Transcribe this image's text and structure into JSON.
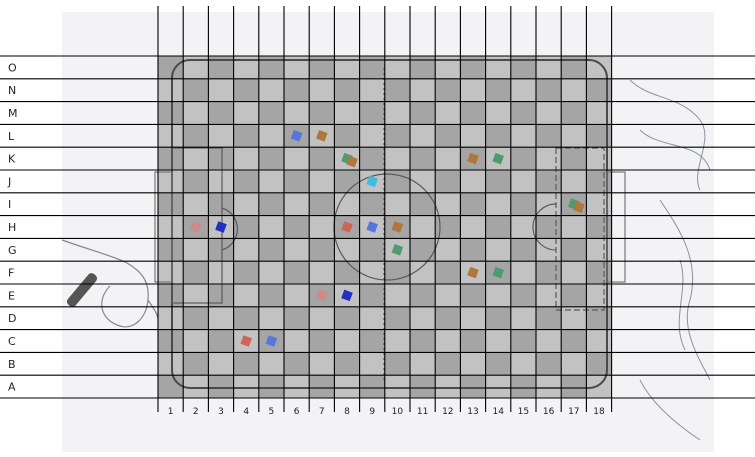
{
  "grid": {
    "row_labels": [
      "O",
      "N",
      "M",
      "L",
      "K",
      "J",
      "I",
      "H",
      "G",
      "F",
      "E",
      "D",
      "C",
      "B",
      "A"
    ],
    "col_labels": [
      "1",
      "2",
      "3",
      "4",
      "5",
      "6",
      "7",
      "8",
      "9",
      "10",
      "11",
      "12",
      "13",
      "14",
      "15",
      "16",
      "17",
      "18"
    ]
  },
  "colors": {
    "field_light": "#c2c2c2",
    "field_dark": "#a5a5a5",
    "grid_line": "#000000",
    "background": "#f4f4f6",
    "robot_blue": "#5577dd",
    "robot_red": "#cc6655",
    "robot_brown": "#b0773d",
    "robot_green": "#4f9a70",
    "robot_pink": "#cc8a88",
    "ball_cyan": "#44bbdd",
    "robot_navy": "#2030c0"
  },
  "markers": [
    {
      "name": "robot-blue-L6",
      "color": "robot_blue",
      "col": 6,
      "row": "L"
    },
    {
      "name": "robot-brown-L7",
      "color": "robot_brown",
      "col": 7,
      "row": "L"
    },
    {
      "name": "robot-green-K8",
      "color": "robot_green",
      "col": 8,
      "row": "K"
    },
    {
      "name": "robot-brown-K8",
      "color": "robot_brown",
      "col": 8,
      "row": "K"
    },
    {
      "name": "robot-green-K14",
      "color": "robot_green",
      "col": 14,
      "row": "K"
    },
    {
      "name": "robot-brown-K13",
      "color": "robot_brown",
      "col": 13,
      "row": "K"
    },
    {
      "name": "ball-J9",
      "color": "ball_cyan",
      "col": 9,
      "row": "J"
    },
    {
      "name": "robot-green-I17",
      "color": "robot_green",
      "col": 17,
      "row": "I"
    },
    {
      "name": "robot-brown-I17",
      "color": "robot_brown",
      "col": 17,
      "row": "I"
    },
    {
      "name": "robot-navy-H3",
      "color": "robot_navy",
      "col": 3,
      "row": "H"
    },
    {
      "name": "robot-pink-H2",
      "color": "robot_pink",
      "col": 2,
      "row": "H"
    },
    {
      "name": "robot-blue-H9",
      "color": "robot_blue",
      "col": 9,
      "row": "H"
    },
    {
      "name": "robot-red-H8",
      "color": "robot_red",
      "col": 8,
      "row": "H"
    },
    {
      "name": "robot-brown-H10",
      "color": "robot_brown",
      "col": 10,
      "row": "H"
    },
    {
      "name": "robot-green-G10",
      "color": "robot_green",
      "col": 10,
      "row": "G"
    },
    {
      "name": "robot-brown-F13",
      "color": "robot_brown",
      "col": 13,
      "row": "F"
    },
    {
      "name": "robot-green-F14",
      "color": "robot_green",
      "col": 14,
      "row": "F"
    },
    {
      "name": "robot-navy-E8",
      "color": "robot_navy",
      "col": 8,
      "row": "E"
    },
    {
      "name": "robot-pink-E7",
      "color": "robot_pink",
      "col": 7,
      "row": "E"
    },
    {
      "name": "robot-red-C4",
      "color": "robot_red",
      "col": 4,
      "row": "C"
    },
    {
      "name": "robot-blue-C5",
      "color": "robot_blue",
      "col": 5,
      "row": "C"
    }
  ]
}
